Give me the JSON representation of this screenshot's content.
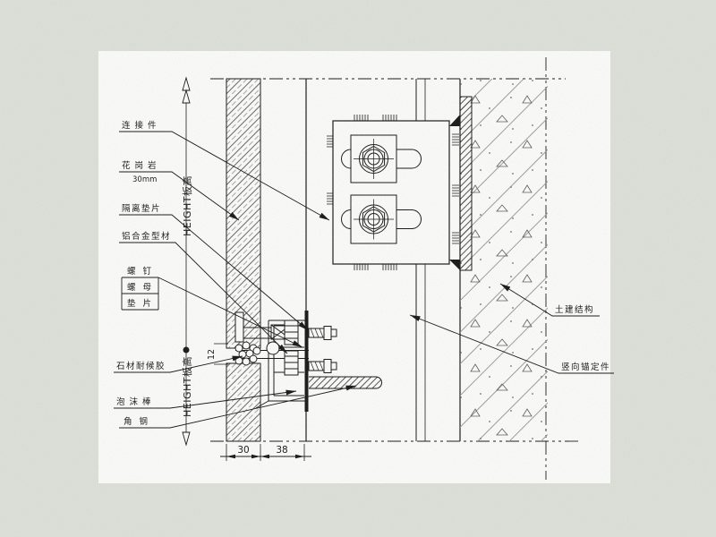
{
  "labels": {
    "connector": "连接件",
    "granite": "花岗岩",
    "granite_thickness": "30mm",
    "isolation_gasket": "隔离垫片",
    "aluminum_profile": "铝合金型材",
    "screw": "螺钉",
    "nut": "螺母",
    "washer": "垫片",
    "stone_sealant": "石材耐候胶",
    "foam_rod": "泡沫棒",
    "angle_steel": "角钢",
    "civil_structure": "土建结构",
    "vertical_anchor": "竖向锚定件"
  },
  "dimensions": {
    "stone_thickness": "30",
    "cavity_width": "38",
    "panel_joint": "12",
    "height_label_upper": "HEIGHT板高",
    "height_label_lower": "HEIGHT板高"
  },
  "colors": {
    "line": "#111111",
    "paper": "#dde0d8",
    "canvas": "#fcfcfa"
  }
}
